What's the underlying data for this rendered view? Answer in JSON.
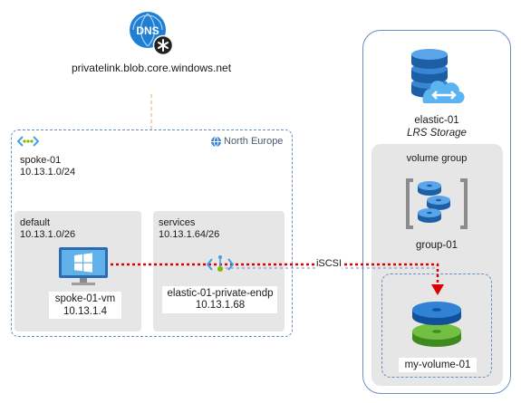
{
  "dns": {
    "badge_text": "DNS",
    "hostname": "privatelink.blob.core.windows.net"
  },
  "vnet": {
    "name": "spoke-01",
    "cidr": "10.13.1.0/24",
    "region": "North Europe"
  },
  "subnets": [
    {
      "name": "default",
      "cidr": "10.13.1.0/26",
      "resource": {
        "name": "spoke-01-vm",
        "ip": "10.13.1.4",
        "icon": "virtual-machine-icon"
      }
    },
    {
      "name": "services",
      "cidr": "10.13.1.64/26",
      "resource": {
        "name": "elastic-01-private-endp",
        "ip": "10.13.1.68",
        "icon": "private-endpoint-icon"
      }
    }
  ],
  "connection": {
    "label": "iSCSI",
    "color": "#dd0000"
  },
  "storage": {
    "name": "elastic-01",
    "type": "LRS Storage",
    "volume_group": {
      "title": "volume group",
      "name": "group-01",
      "volume": {
        "name": "my-volume-01"
      }
    }
  },
  "colors": {
    "container_border": "#6c8ebf",
    "subnet_fill": "#e6e6e6",
    "dns_line": "#d6b656",
    "azure_blue": "#0078d4",
    "volume_top": "#1f70c1",
    "volume_bottom": "#5ea832"
  }
}
